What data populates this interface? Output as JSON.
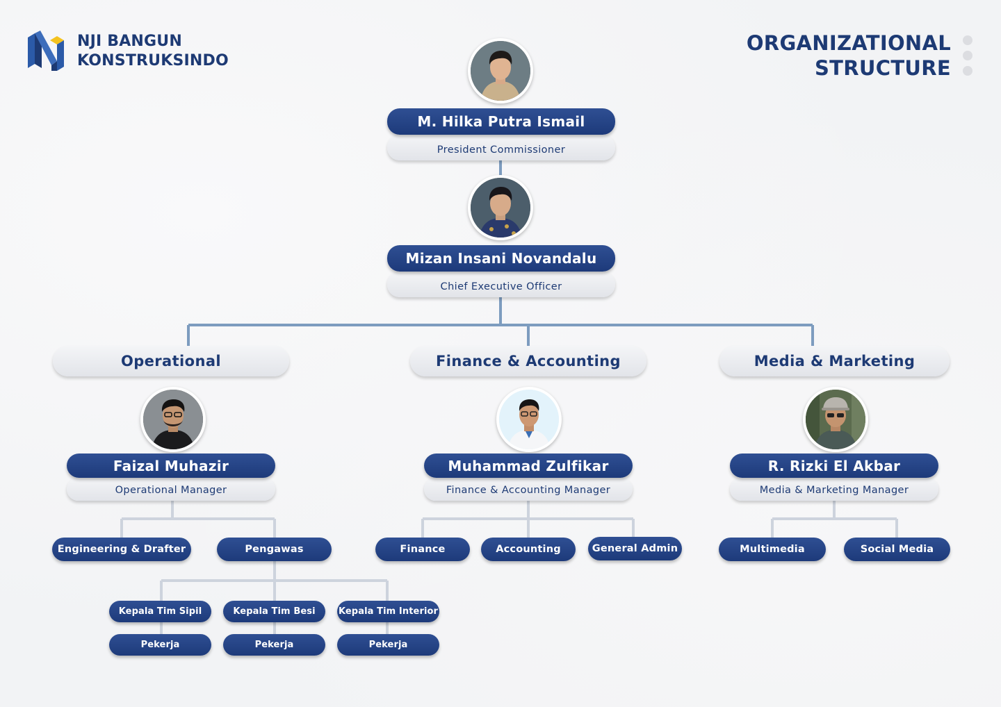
{
  "company": {
    "name_line1": "NJI BANGUN",
    "name_line2": "KONSTRUKSINDO"
  },
  "title": {
    "line1": "ORGANIZATIONAL",
    "line2": "STRUCTURE"
  },
  "colors": {
    "navy": "#1d3a74",
    "connector": "#7d9cbf",
    "connector_light": "#cdd3dd",
    "pill_light": "#e6e8ec"
  },
  "executives": {
    "commissioner": {
      "name": "M. Hilka Putra Ismail",
      "role": "President Commissioner"
    },
    "ceo": {
      "name": "Mizan Insani Novandalu",
      "role": "Chief Executive Officer"
    }
  },
  "departments": {
    "operational": {
      "label": "Operational",
      "manager": {
        "name": "Faizal Muhazir",
        "role": "Operational Manager"
      },
      "units": {
        "engineering": "Engineering & Drafter",
        "pengawas": "Pengawas"
      },
      "teams": [
        {
          "lead": "Kepala Tim Sipil",
          "worker": "Pekerja"
        },
        {
          "lead": "Kepala Tim Besi",
          "worker": "Pekerja"
        },
        {
          "lead": "Kepala Tim Interior",
          "worker": "Pekerja"
        }
      ]
    },
    "finance": {
      "label": "Finance & Accounting",
      "manager": {
        "name": "Muhammad Zulfikar",
        "role": "Finance & Accounting Manager"
      },
      "units": [
        "Finance",
        "Accounting",
        "General Admin"
      ]
    },
    "media": {
      "label": "Media & Marketing",
      "manager": {
        "name": "R. Rizki El Akbar",
        "role": "Media & Marketing Manager"
      },
      "units": [
        "Multimedia",
        "Social Media"
      ]
    }
  }
}
